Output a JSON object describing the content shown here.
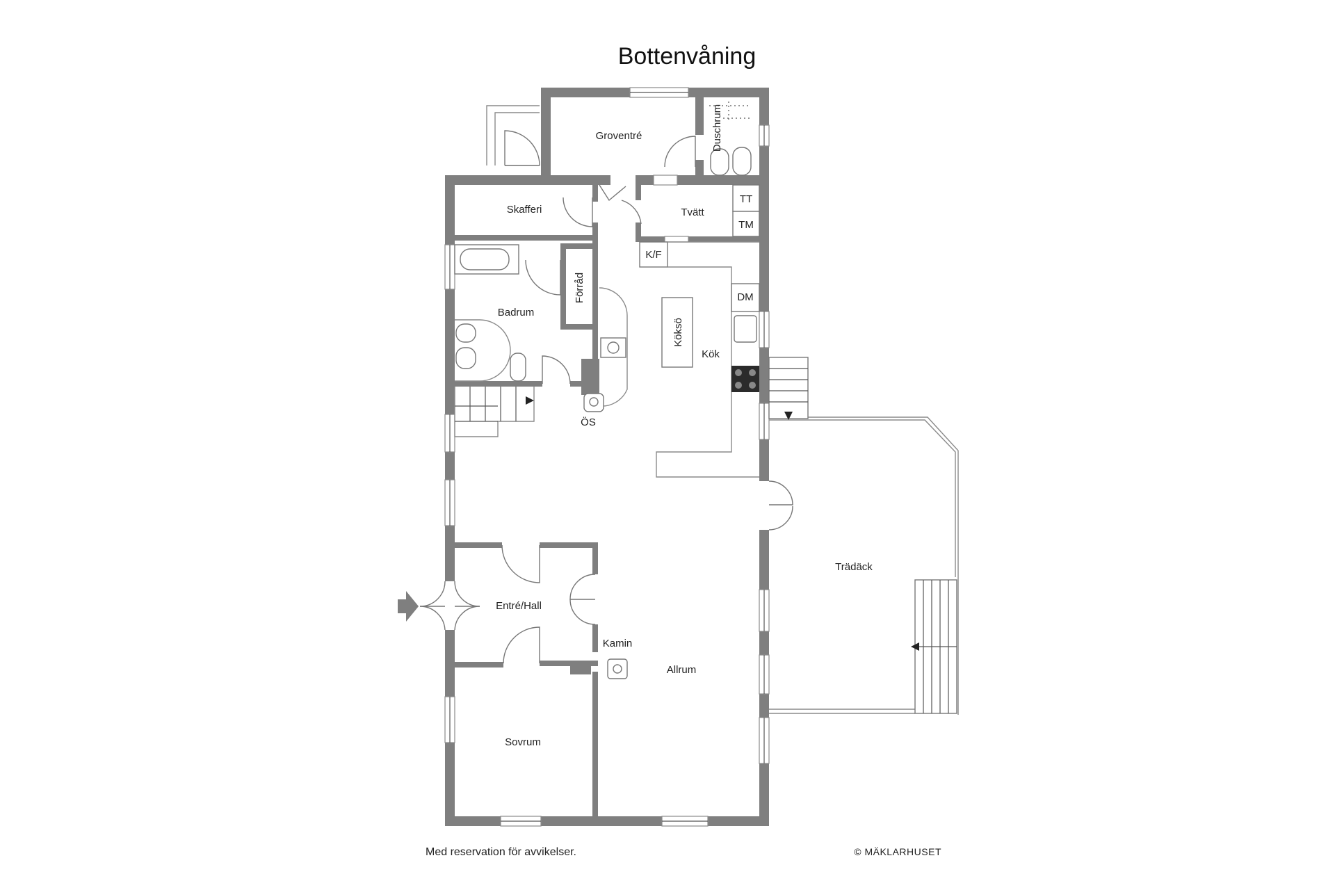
{
  "title": "Bottenvåning",
  "rooms": {
    "groventre": "Groventré",
    "duschrum": "Duschrum",
    "skafferi": "Skafferi",
    "tvatt": "Tvätt",
    "tt": "TT",
    "tm": "TM",
    "kf": "K/F",
    "forrad": "Förråd",
    "badrum": "Badrum",
    "dm": "DM",
    "kokso": "Köksö",
    "kok": "Kök",
    "os": "ÖS",
    "tradack": "Trädäck",
    "entre_hall": "Entré/Hall",
    "kamin": "Kamin",
    "allrum": "Allrum",
    "sovrum": "Sovrum"
  },
  "footer": {
    "disclaimer": "Med reservation för avvikelser.",
    "copyright": "© MÄKLARHUSET"
  },
  "icons": {
    "entrance": "entrance-arrow-icon",
    "stair_direction": "stair-arrow-icon"
  },
  "colors": {
    "wall": "#7f7f7f",
    "text": "#222222",
    "background": "#ffffff"
  }
}
